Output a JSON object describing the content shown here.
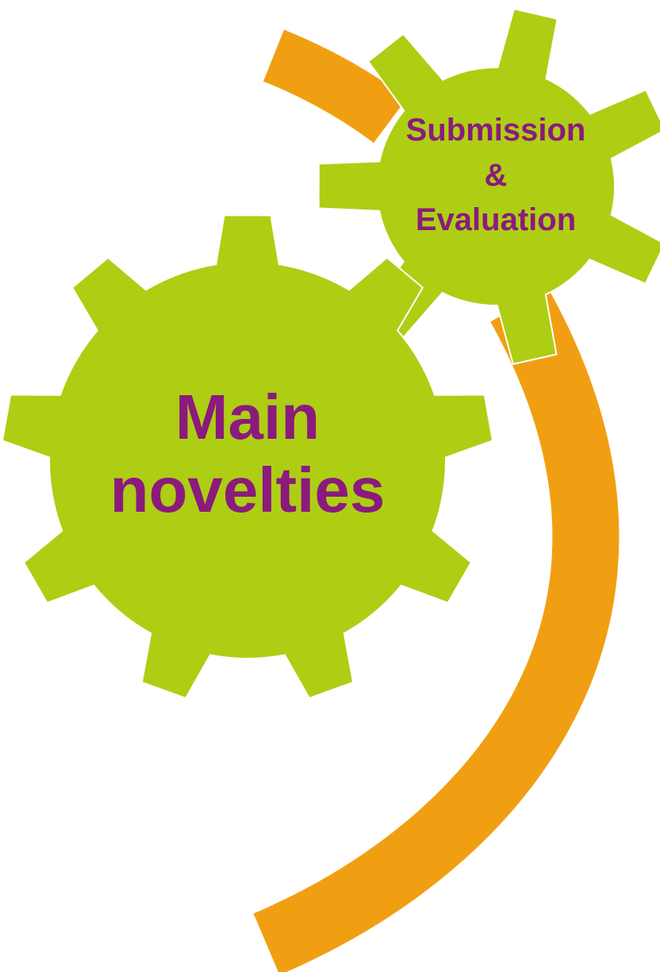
{
  "colors": {
    "background": "#ffffff",
    "gear_fill": "#AECE14",
    "gear_outline": "#ffffff",
    "arc": "#F19F12",
    "label_text": "#8B1A7D"
  },
  "gears": {
    "main": {
      "line1": "Main",
      "line2": "novelties"
    },
    "submission": {
      "line1": "Submission",
      "line2": "&",
      "line3": "Evaluation"
    }
  }
}
